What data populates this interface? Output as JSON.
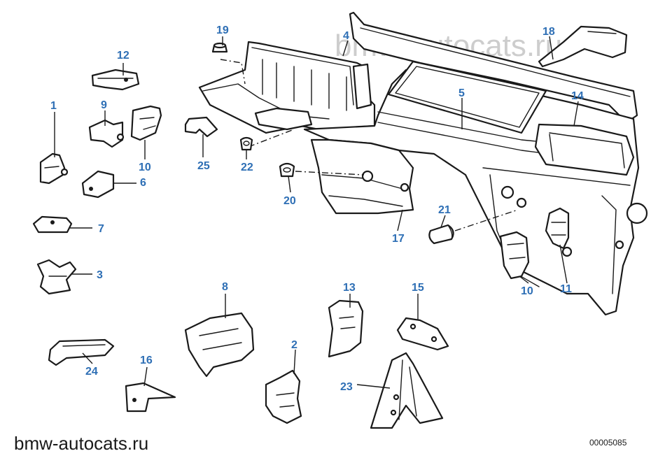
{
  "diagram": {
    "watermark_top": "bmw-autocats.ru",
    "watermark_bottom": "bmw-autocats.ru",
    "reference_code": "00005085",
    "callouts": {
      "c1": "1",
      "c2": "2",
      "c3": "3",
      "c4": "4",
      "c5": "5",
      "c6": "6",
      "c7": "7",
      "c8": "8",
      "c9": "9",
      "c10a": "10",
      "c10b": "10",
      "c11": "11",
      "c12": "12",
      "c13": "13",
      "c14": "14",
      "c15": "15",
      "c16": "16",
      "c17": "17",
      "c18": "18",
      "c19": "19",
      "c20": "20",
      "c21": "21",
      "c22": "22",
      "c23": "23",
      "c24": "24",
      "c25": "25"
    },
    "colors": {
      "callout": "#2e6fb5",
      "line": "#1a1a1a",
      "watermark": "#b8b8b8"
    }
  }
}
